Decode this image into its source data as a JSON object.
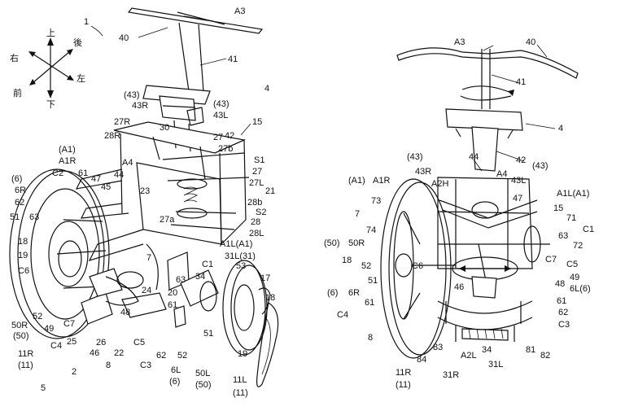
{
  "figure": {
    "compass": {
      "up": "上",
      "back": "後",
      "right": "右",
      "left": "左",
      "front": "前",
      "down": "下"
    },
    "left_view": {
      "labels": [
        "1",
        "40",
        "A3",
        "41",
        "4",
        "(43)",
        "43R",
        "(43)",
        "43L",
        "30",
        "27R",
        "28R",
        "27",
        "15",
        "42",
        "27b",
        "S1",
        "27",
        "27L",
        "21",
        "28b",
        "S2",
        "28",
        "28L",
        "A1L(A1)",
        "31L(31)",
        "(A1)",
        "A1R",
        "C2",
        "61",
        "47",
        "44",
        "45",
        "A4",
        "23",
        "27a",
        "(6)",
        "6R",
        "62",
        "51",
        "63",
        "18",
        "19",
        "C6",
        "7",
        "C1",
        "53",
        "50R",
        "(50)",
        "49",
        "52",
        "C7",
        "C4",
        "25",
        "26",
        "46",
        "48",
        "24",
        "20",
        "61",
        "63",
        "34",
        "17",
        "18",
        "11R",
        "(11)",
        "2",
        "8",
        "22",
        "C5",
        "62",
        "C3",
        "52",
        "6L",
        "(6)",
        "51",
        "50L",
        "(50)",
        "19",
        "11L",
        "(11)",
        "5"
      ]
    },
    "right_view": {
      "labels": [
        "A3",
        "40",
        "41",
        "4",
        "44",
        "42",
        "(43)",
        "43R",
        "(43)",
        "A2H",
        "A4",
        "43L",
        "(A1)",
        "A1R",
        "A1L(A1)",
        "73",
        "47",
        "15",
        "7",
        "71",
        "C1",
        "74",
        "63",
        "72",
        "(50)",
        "50R",
        "18",
        "C7",
        "C5",
        "52",
        "C6",
        "49",
        "51",
        "46",
        "48",
        "6L(6)",
        "(6)",
        "6R",
        "61",
        "61",
        "C4",
        "62",
        "C3",
        "8",
        "84",
        "83",
        "A2L",
        "34",
        "81",
        "82",
        "11R",
        "(11)",
        "31R",
        "31L"
      ]
    }
  }
}
